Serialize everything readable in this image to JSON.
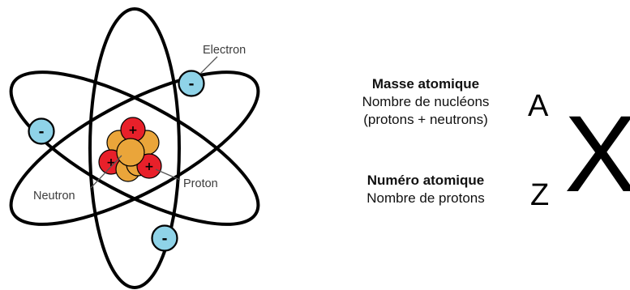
{
  "diagram": {
    "labels": {
      "electron": "Electron",
      "neutron": "Neutron",
      "proton": "Proton"
    },
    "electron_sign": "-",
    "proton_sign": "+",
    "colors": {
      "electron": "#8fd3e8",
      "neutron": "#eaa53a",
      "proton": "#e8202a",
      "orbit": "#000000"
    }
  },
  "legend": {
    "mass": {
      "title": "Masse atomique",
      "line1": "Nombre de nucléons",
      "line2": "(protons + neutrons)"
    },
    "number": {
      "title": "Numéro atomique",
      "line1": "Nombre de protons"
    }
  },
  "notation": {
    "mass_symbol": "A",
    "number_symbol": "Z",
    "element_symbol": "X"
  }
}
